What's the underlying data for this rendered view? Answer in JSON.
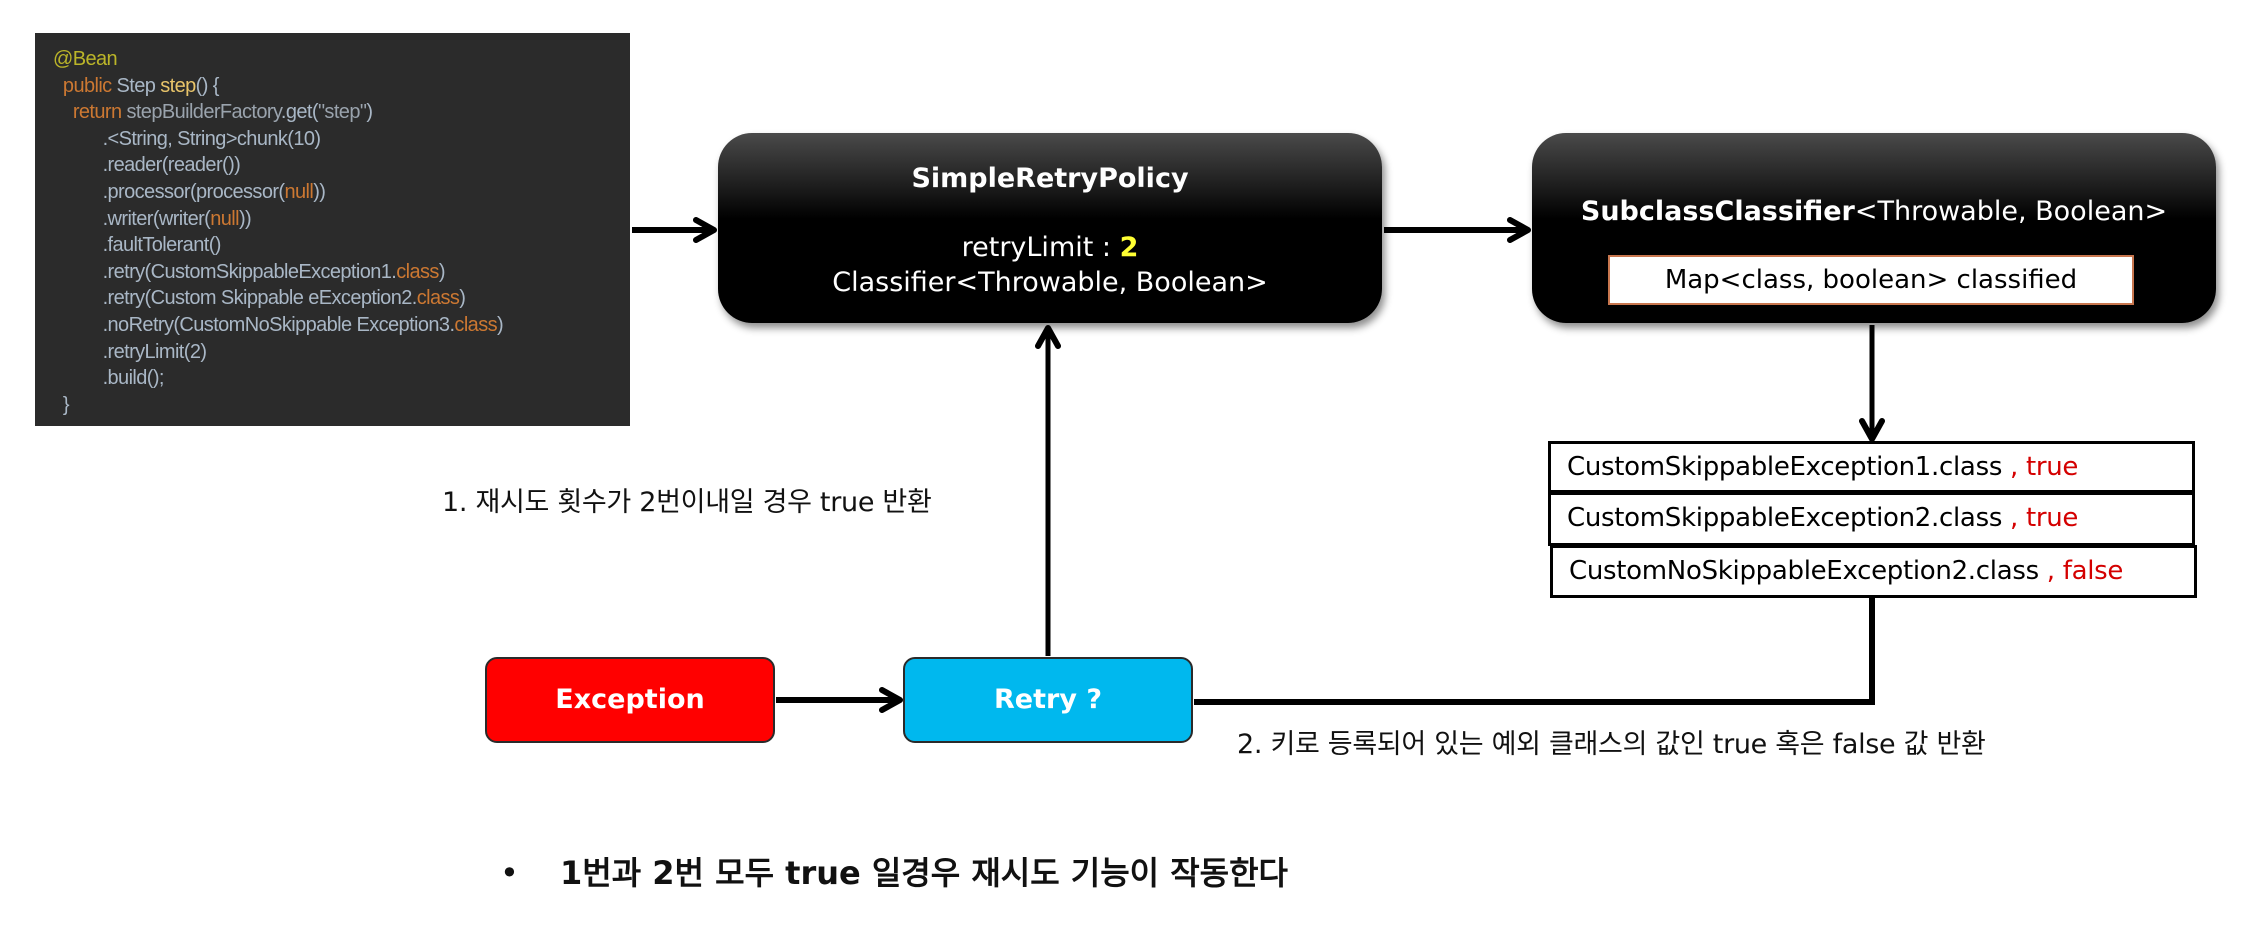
{
  "code": {
    "lines": [
      {
        "indent": "",
        "tokens": [
          {
            "t": "@Bean",
            "c": "annot"
          }
        ]
      },
      {
        "indent": "  ",
        "tokens": [
          {
            "t": "public ",
            "c": "kw"
          },
          {
            "t": "Step ",
            "c": "plain"
          },
          {
            "t": "step",
            "c": "method"
          },
          {
            "t": "() {",
            "c": "plain"
          }
        ]
      },
      {
        "indent": "    ",
        "tokens": [
          {
            "t": "return ",
            "c": "kw"
          },
          {
            "t": "stepBuilderFactory",
            "c": "dim"
          },
          {
            "t": ".get(",
            "c": "plain"
          },
          {
            "t": "\"step\"",
            "c": "dim"
          },
          {
            "t": ")",
            "c": "plain"
          }
        ]
      },
      {
        "indent": "          ",
        "tokens": [
          {
            "t": ".<String, String>chunk(10)",
            "c": "plain"
          }
        ]
      },
      {
        "indent": "          ",
        "tokens": [
          {
            "t": ".reader(reader())",
            "c": "plain"
          }
        ]
      },
      {
        "indent": "          ",
        "tokens": [
          {
            "t": ".processor(processor(",
            "c": "plain"
          },
          {
            "t": "null",
            "c": "kw"
          },
          {
            "t": "))",
            "c": "plain"
          }
        ]
      },
      {
        "indent": "          ",
        "tokens": [
          {
            "t": ".writer(writer(",
            "c": "plain"
          },
          {
            "t": "null",
            "c": "kw"
          },
          {
            "t": "))",
            "c": "plain"
          }
        ]
      },
      {
        "indent": "          ",
        "tokens": [
          {
            "t": ".faultTolerant()",
            "c": "plain"
          }
        ]
      },
      {
        "indent": "          ",
        "tokens": [
          {
            "t": ".retry(CustomSkippableException1.",
            "c": "plain"
          },
          {
            "t": "class",
            "c": "kw"
          },
          {
            "t": ")",
            "c": "plain"
          }
        ]
      },
      {
        "indent": "          ",
        "tokens": [
          {
            "t": ".retry(Custom Skippable eException2.",
            "c": "plain"
          },
          {
            "t": "class",
            "c": "kw"
          },
          {
            "t": ")",
            "c": "plain"
          }
        ]
      },
      {
        "indent": "          ",
        "tokens": [
          {
            "t": ".noRetry(CustomNoSkippable Exception3.",
            "c": "plain"
          },
          {
            "t": "class",
            "c": "kw"
          },
          {
            "t": ")",
            "c": "plain"
          }
        ]
      },
      {
        "indent": "          ",
        "tokens": [
          {
            "t": ".retryLimit(2)",
            "c": "plain"
          }
        ]
      },
      {
        "indent": "          ",
        "tokens": [
          {
            "t": ".build();",
            "c": "plain"
          }
        ]
      },
      {
        "indent": "  ",
        "tokens": [
          {
            "t": "}",
            "c": "plain"
          }
        ]
      }
    ]
  },
  "policy": {
    "title": "SimpleRetryPolicy",
    "retry_limit_label": "retryLimit : ",
    "retry_limit_value": "2",
    "classifier": "Classifier<Throwable, Boolean>"
  },
  "subclass_classifier": {
    "title_bold": "SubclassClassifier",
    "title_rest": "<Throwable, Boolean>",
    "map_label": "Map<class, boolean>  classified"
  },
  "classified_entries": [
    {
      "key": "CustomSkippableException1.class",
      "value": " , true"
    },
    {
      "key": "CustomSkippableException2.class",
      "value": " , true"
    },
    {
      "key": "CustomNoSkippableException2.class",
      "value": " , false"
    }
  ],
  "flow": {
    "exception_label": "Exception",
    "retry_label": "Retry ?"
  },
  "notes": {
    "note1": "1. 재시도 횟수가 2번이내일 경우 true 반환",
    "note2": "2. 키로 등록되어 있는 예외 클래스의 값인 true 혹은 false 값 반환"
  },
  "summary": {
    "bullet": "•",
    "text": "1번과 2번 모두 true 일경우 재시도 기능이 작동한다"
  },
  "colors": {
    "code_bg": "#2b2b2b",
    "exception_box": "#ff0000",
    "retry_box": "#00b8ee",
    "retry_limit_value": "#ffff33",
    "boolean_value": "#d40000",
    "map_border": "#c8764e"
  }
}
